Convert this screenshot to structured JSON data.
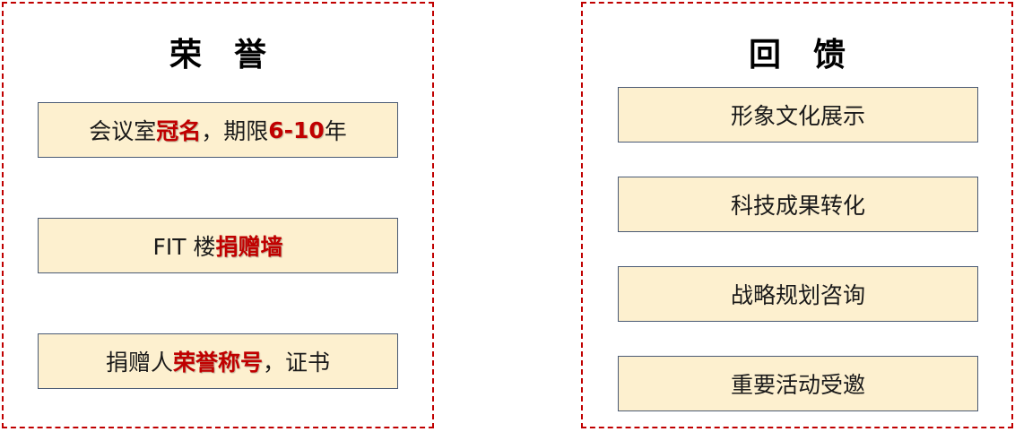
{
  "colors": {
    "border": "#c00000",
    "box_fill": "#fdf0cf",
    "box_border": "#4a5a74",
    "highlight": "#c00000"
  },
  "left_panel": {
    "title": "荣誉",
    "items": [
      {
        "parts": [
          {
            "text": "会议室",
            "hl": false
          },
          {
            "text": "冠名",
            "hl": true
          },
          {
            "text": "，期限 ",
            "hl": false
          },
          {
            "text": "6-10",
            "hl": true
          },
          {
            "text": " 年",
            "hl": false
          }
        ]
      },
      {
        "parts": [
          {
            "text": "FIT 楼",
            "hl": false
          },
          {
            "text": "捐赠墙",
            "hl": true
          }
        ]
      },
      {
        "parts": [
          {
            "text": "捐赠人",
            "hl": false
          },
          {
            "text": "荣誉称号",
            "hl": true
          },
          {
            "text": "，证书",
            "hl": false
          }
        ]
      }
    ]
  },
  "right_panel": {
    "title": "回馈",
    "items": [
      {
        "label": "形象文化展示"
      },
      {
        "label": "科技成果转化"
      },
      {
        "label": "战略规划咨询"
      },
      {
        "label": "重要活动受邀"
      }
    ]
  }
}
